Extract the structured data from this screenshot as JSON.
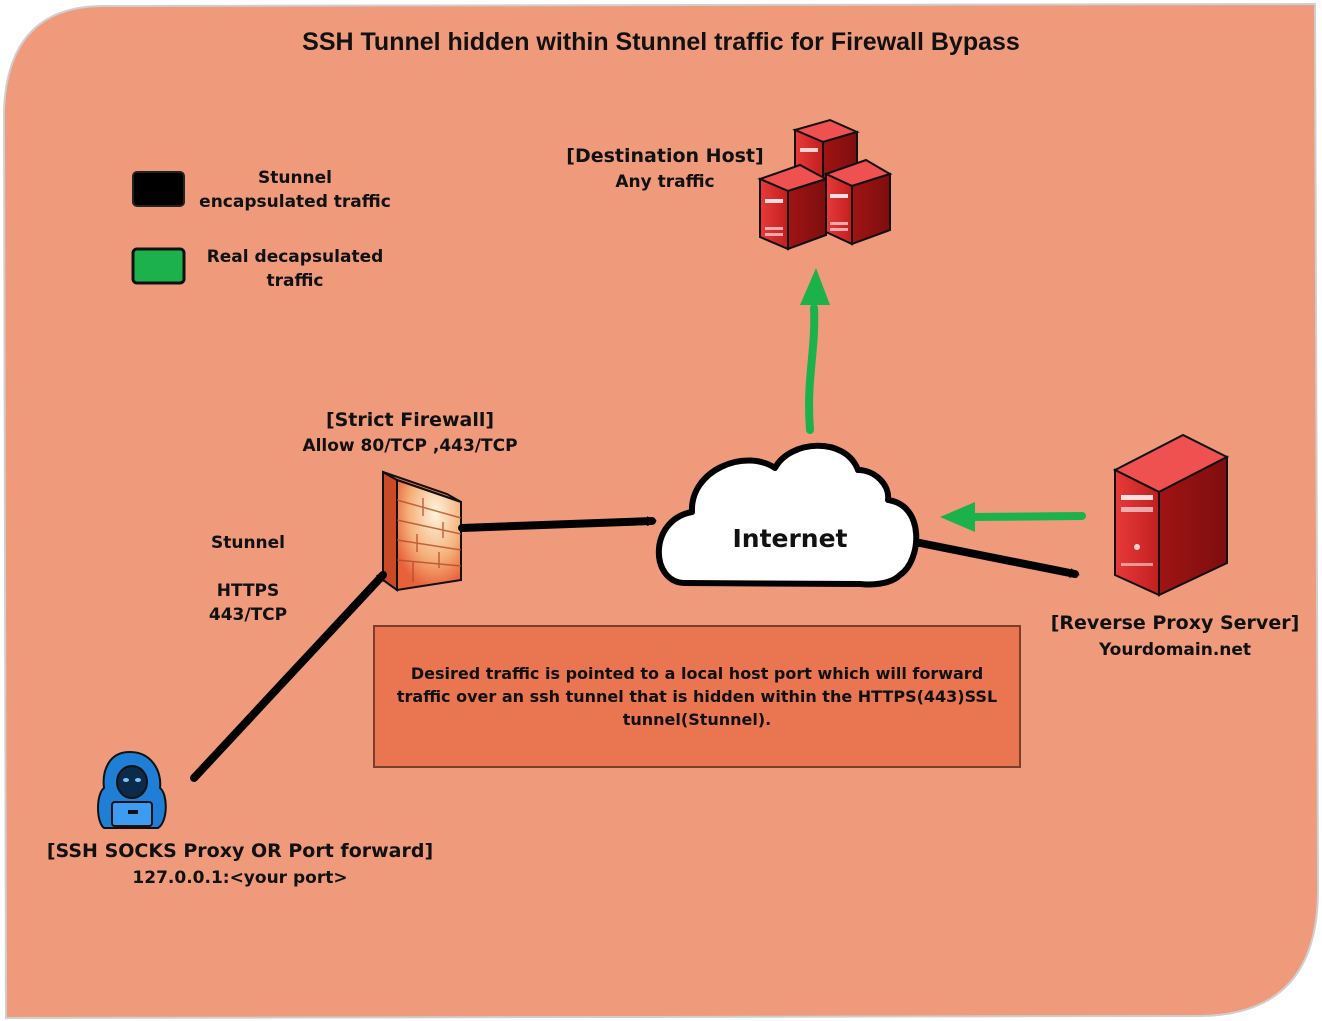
{
  "title": "SSH Tunnel hidden within Stunnel traffic for Firewall Bypass",
  "colors": {
    "background": "#ef9a7b",
    "encapsulated": "#000000",
    "decapsulated": "#1cb24b",
    "server_red": "#d42a2a",
    "firewall": "#e8613a",
    "client_blue": "#1f7fd6",
    "description_box": "#ea7551"
  },
  "legend": {
    "encapsulated": "Stunnel encapsulated traffic",
    "decapsulated": "Real decapsulated traffic"
  },
  "nodes": {
    "destination": {
      "title": "[Destination Host]",
      "subtitle": "Any traffic",
      "icon": "server-cluster-icon"
    },
    "firewall": {
      "title": "[Strict Firewall]",
      "subtitle": "Allow 80/TCP ,443/TCP",
      "icon": "firewall-brick-icon"
    },
    "internet": {
      "title": "Internet",
      "icon": "cloud-icon"
    },
    "proxy": {
      "title": "[Reverse Proxy Server]",
      "subtitle": "Yourdomain.net",
      "icon": "server-icon"
    },
    "client": {
      "title": "[SSH SOCKS Proxy OR Port forward]",
      "subtitle": "127.0.0.1:<your port>",
      "icon": "hooded-user-icon"
    }
  },
  "link_labels": {
    "stunnel": "Stunnel",
    "https": "HTTPS",
    "port": "443/TCP"
  },
  "description": "Desired traffic is pointed to a local host port which will forward traffic over an ssh tunnel that is hidden within the HTTPS(443)SSL tunnel(Stunnel)."
}
